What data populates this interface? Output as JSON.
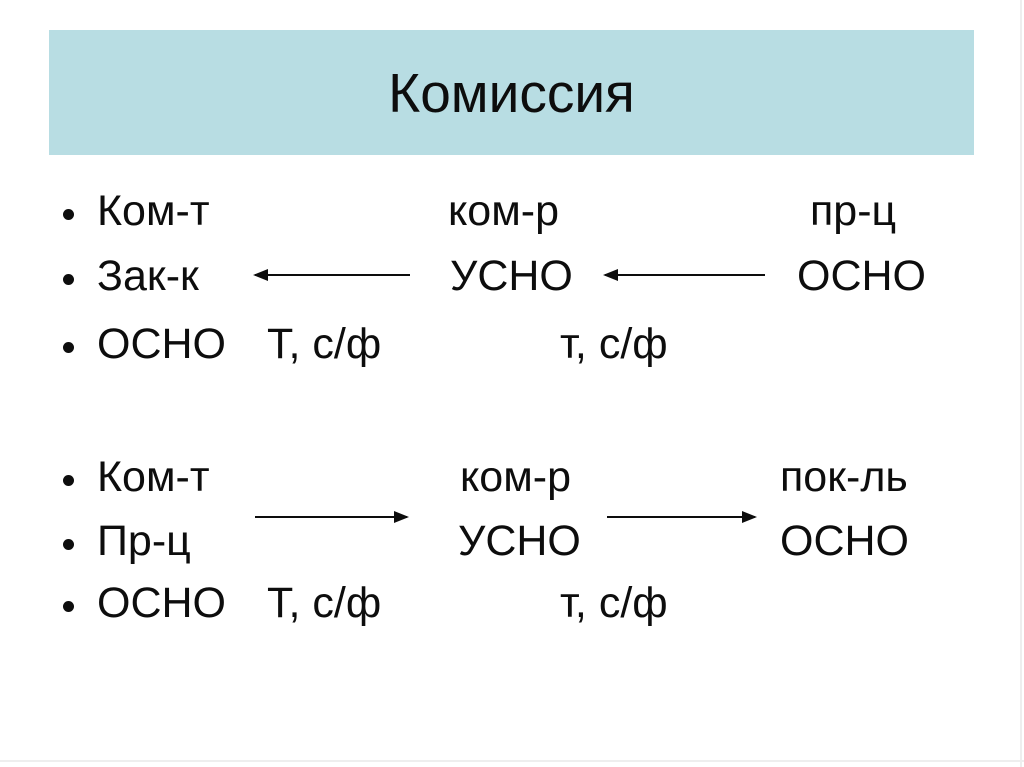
{
  "title": "Комиссия",
  "colors": {
    "page_bg": "#ffffff",
    "banner_bg": "#b8dde3",
    "text": "#0d0d0d",
    "edge_line": "#eeeeee"
  },
  "blocks": [
    {
      "name": "commission-scheme-reverse-flow",
      "rows": [
        {
          "items": [
            "Ком-т",
            "ком-р",
            "пр-ц"
          ]
        },
        {
          "items": [
            "Зак-к",
            "УСНО",
            "ОСНО"
          ]
        },
        {
          "items": [
            "ОСНО",
            "Т, с/ф",
            "т, с/ф"
          ]
        }
      ],
      "arrows": [
        {
          "direction": "left",
          "from": "УСНО",
          "to": "Зак-к"
        },
        {
          "direction": "left",
          "from": "ОСНО",
          "to": "УСНО"
        }
      ]
    },
    {
      "name": "commission-scheme-forward-flow",
      "rows": [
        {
          "items": [
            "Ком-т",
            "ком-р",
            "пок-ль"
          ]
        },
        {
          "items": [
            "Пр-ц",
            "УСНО",
            "ОСНО"
          ]
        },
        {
          "items": [
            "ОСНО",
            "Т, с/ф",
            "т, с/ф"
          ]
        }
      ],
      "arrows": [
        {
          "direction": "right",
          "from": "Пр-ц",
          "to": "УСНО"
        },
        {
          "direction": "right",
          "from": "УСНО",
          "to": "ОСНО"
        }
      ]
    }
  ]
}
